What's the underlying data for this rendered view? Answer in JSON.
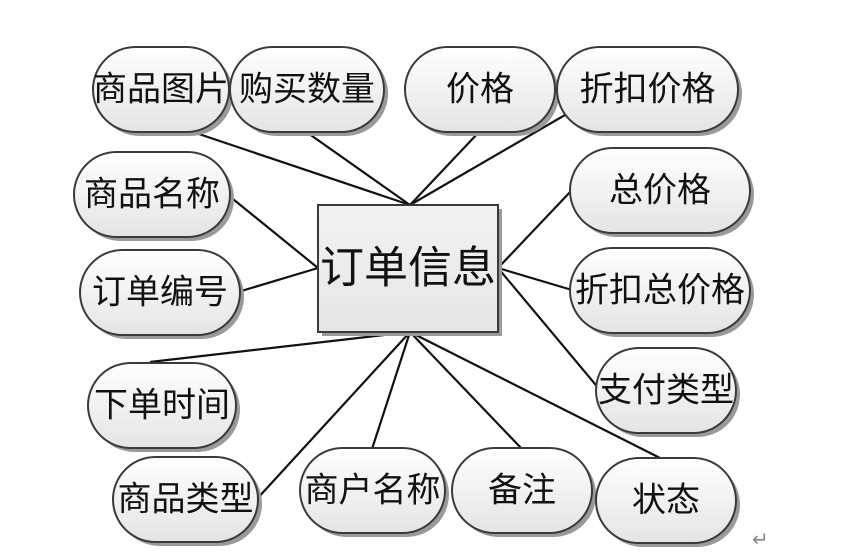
{
  "diagram": {
    "center": {
      "label": "订单信息"
    },
    "attributes": [
      {
        "id": "product-image",
        "label": "商品图片"
      },
      {
        "id": "purchase-quantity",
        "label": "购买数量"
      },
      {
        "id": "price",
        "label": "价格"
      },
      {
        "id": "discount-price",
        "label": "折扣价格"
      },
      {
        "id": "product-name",
        "label": "商品名称"
      },
      {
        "id": "order-number",
        "label": "订单编号"
      },
      {
        "id": "total-price",
        "label": "总价格"
      },
      {
        "id": "discount-total-price",
        "label": "折扣总价格"
      },
      {
        "id": "payment-type",
        "label": "支付类型"
      },
      {
        "id": "order-time",
        "label": "下单时间"
      },
      {
        "id": "product-type",
        "label": "商品类型"
      },
      {
        "id": "merchant-name",
        "label": "商户名称"
      },
      {
        "id": "remark",
        "label": "备注"
      },
      {
        "id": "status",
        "label": "状态"
      }
    ],
    "colors": {
      "stroke": "#3a3a3a",
      "shadow": "#9a9a9a",
      "node_fill_top": "#ffffff",
      "node_fill_bottom": "#e6e6e6",
      "center_fill": "#eeeeee"
    }
  },
  "paragraph_mark": "↵"
}
